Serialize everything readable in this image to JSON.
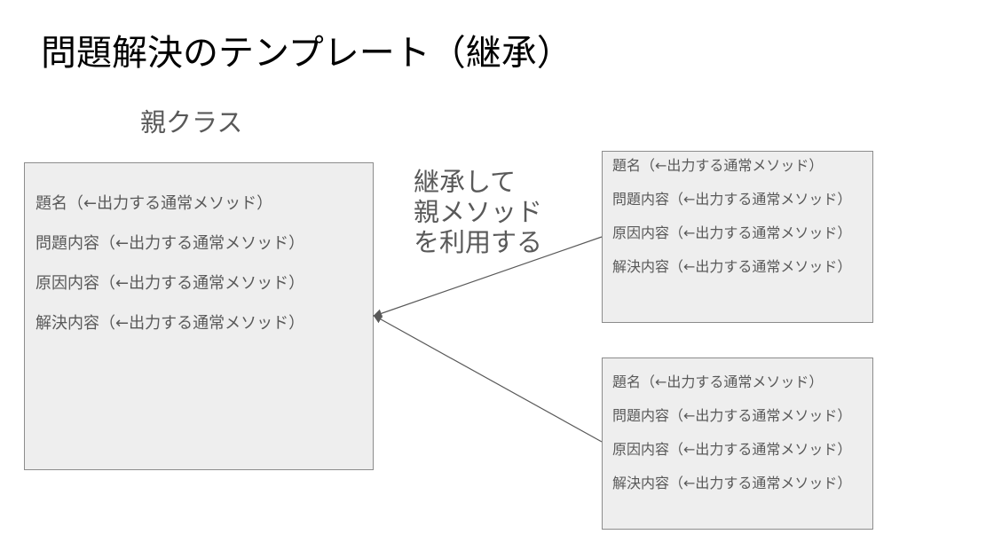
{
  "slide": {
    "title": "問題解決のテンプレート（継承）"
  },
  "parent_class": {
    "label": "親クラス",
    "items": [
      "題名（←出力する通常メソッド）",
      "問題内容（←出力する通常メソッド）",
      "原因内容（←出力する通常メソッド）",
      "解決内容（←出力する通常メソッド）"
    ]
  },
  "inheritance_note": {
    "lines": [
      "継承して",
      "親メソッド",
      "を利用する"
    ]
  },
  "child_classes": [
    {
      "items": [
        "題名（←出力する通常メソッド）",
        "問題内容（←出力する通常メソッド）",
        "原因内容（←出力する通常メソッド）",
        "解決内容（←出力する通常メソッド）"
      ]
    },
    {
      "items": [
        "題名（←出力する通常メソッド）",
        "問題内容（←出力する通常メソッド）",
        "原因内容（←出力する通常メソッド）",
        "解決内容（←出力する通常メソッド）"
      ]
    }
  ],
  "colors": {
    "box_fill": "#eeeeee",
    "box_border": "#8c8c8c",
    "text": "#595959",
    "title": "#000000",
    "arrow": "#595959"
  }
}
